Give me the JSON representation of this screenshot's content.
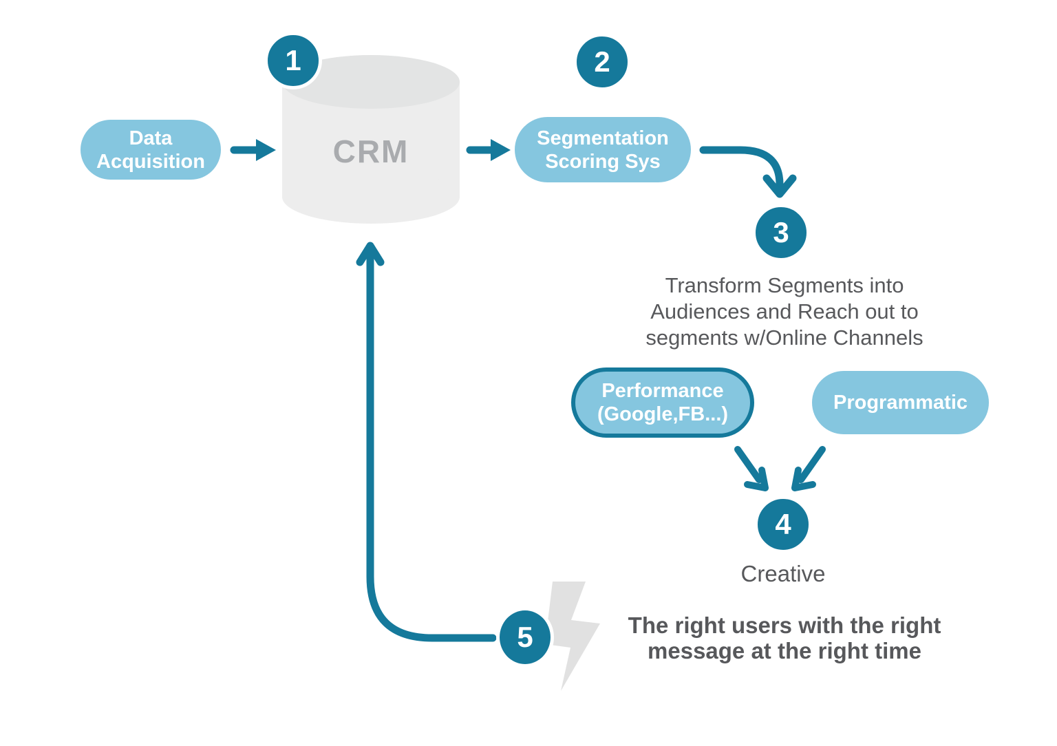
{
  "colors": {
    "teal": "#15799b",
    "light_blue": "#85c6df",
    "cylinder_body": "#ededed",
    "cylinder_top": "#e3e4e4",
    "bolt_gray": "#e1e1e1",
    "text_gray": "#57585b",
    "crm_label_gray": "#a9abae"
  },
  "badges": {
    "one": "1",
    "two": "2",
    "three": "3",
    "four": "4",
    "five": "5"
  },
  "nodes": {
    "data_acquisition": {
      "line1": "Data",
      "line2": "Acquisition"
    },
    "crm": {
      "label": "CRM"
    },
    "segmentation": {
      "line1": "Segmentation",
      "line2": "Scoring Sys"
    },
    "performance": {
      "line1": "Performance",
      "line2": "(Google,FB...)"
    },
    "programmatic": {
      "label": "Programmatic"
    },
    "creative": {
      "label": "Creative"
    }
  },
  "annotations": {
    "transform": {
      "line1": "Transform Segments into",
      "line2": "Audiences and Reach out to",
      "line3": "segments w/Online Channels"
    },
    "message": {
      "line1": "The right users with the right",
      "line2": "message at the right time"
    }
  }
}
